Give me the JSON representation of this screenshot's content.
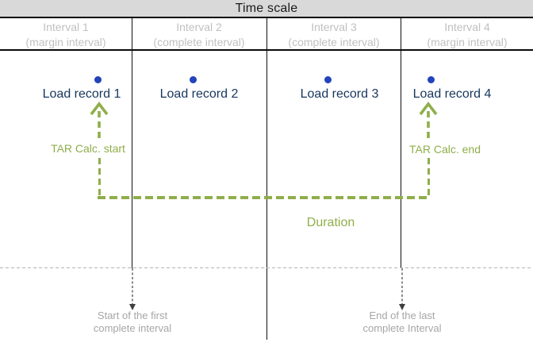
{
  "title": "Time scale",
  "colors": {
    "accent_green": "#8FAE4B",
    "record_navy": "#17365D",
    "dot_blue": "#2343BB",
    "header_bg": "#D9D9D9",
    "interval_gray": "#C0C0C0",
    "marker_gray": "#A6A6A6"
  },
  "intervals": [
    {
      "name": "Interval 1",
      "kind": "(margin interval)"
    },
    {
      "name": "Interval 2",
      "kind": "(complete interval)"
    },
    {
      "name": "Interval 3",
      "kind": "(complete interval)"
    },
    {
      "name": "Interval 4",
      "kind": "(margin interval)"
    }
  ],
  "load_records": [
    "Load record 1",
    "Load record 2",
    "Load record 3",
    "Load record 4"
  ],
  "tar": {
    "start_label": "TAR Calc. start",
    "end_label": "TAR Calc. end",
    "duration_label": "Duration"
  },
  "markers": {
    "start": {
      "line1": "Start of the first",
      "line2": "complete interval"
    },
    "end": {
      "line1": "End of the last",
      "line2": "complete Interval"
    }
  }
}
